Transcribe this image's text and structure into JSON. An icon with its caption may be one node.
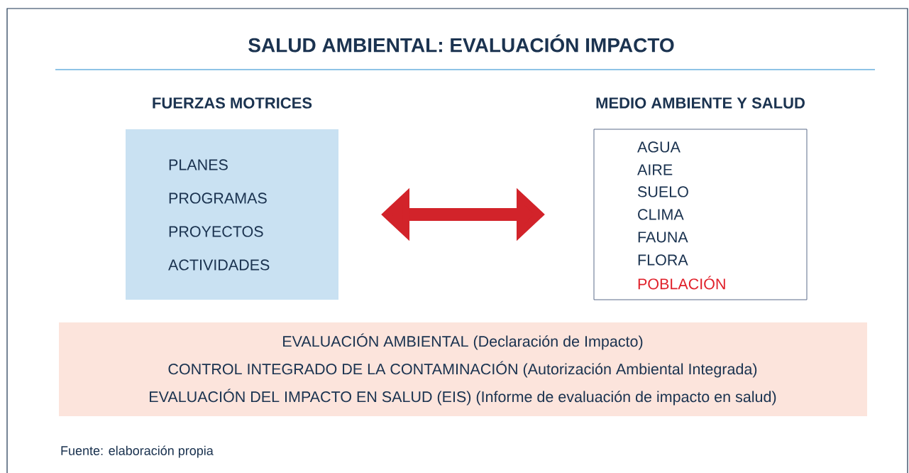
{
  "diagram": {
    "title": "SALUD AMBIENTAL: EVALUACIÓN IMPACTO",
    "caption": "Fuente: elaboración propia",
    "nodes": [
      {
        "text": [
          "FUERZAS MOTRICES",
          "PLANES",
          "PROGRAMAS",
          "PROYECTOS",
          "ACTIVIDADES"
        ]
      },
      {
        "text": [
          "MEDIO AMBIENTE Y SALUD",
          "AGUA",
          "AIRE",
          "SUELO",
          "CLIMA",
          "FAUNA",
          "FLORA",
          "POBLACIÓN"
        ]
      },
      {
        "text": [
          "EVALUACIÓN AMBIENTAL (Declaración de Impacto)",
          "CONTROL INTEGRADO DE LA CONTAMINACIÓN (Autorización Ambiental Integrada)",
          "EVALUACIÓN DEL IMPACTO EN SALUD (EIS) (Informe de evaluación de impacto en salud)"
        ]
      }
    ],
    "edges": [
      {
        "from": 0,
        "to": 1,
        "arrow": "both",
        "color": "#d2232a"
      }
    ]
  }
}
